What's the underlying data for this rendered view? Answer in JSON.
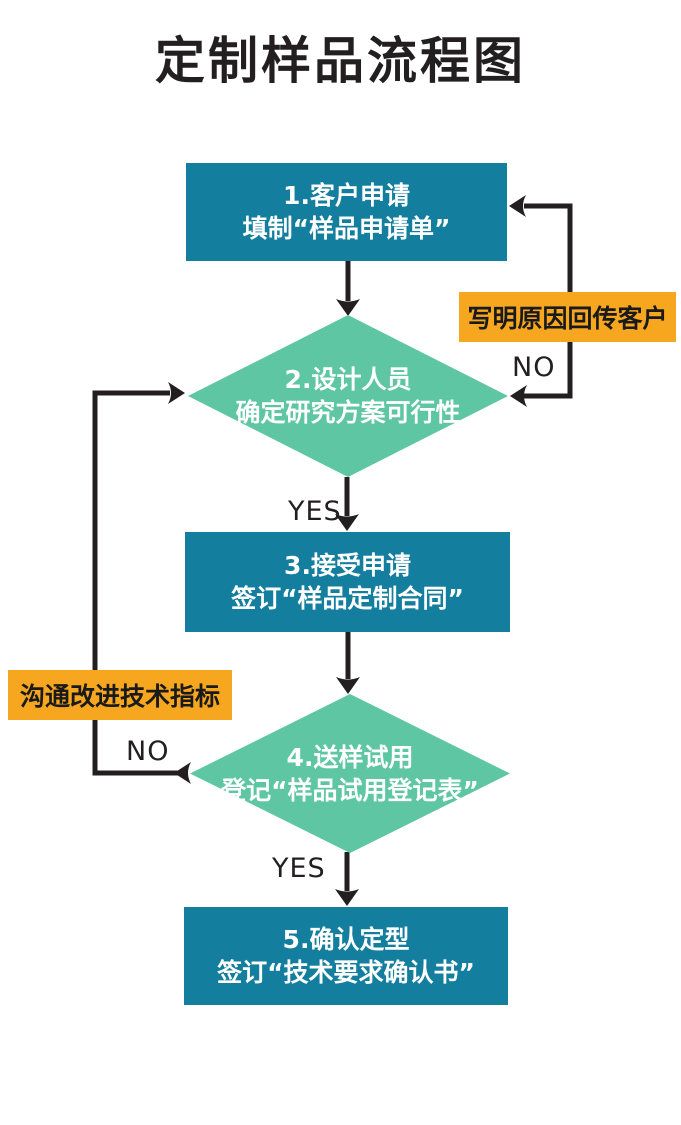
{
  "title": "定制样品流程图",
  "colors": {
    "process": "#147e9f",
    "decision": "#5ec6a2",
    "label_bg": "#f6a71f",
    "line": "#231f20"
  },
  "nodes": {
    "step1": {
      "line1": "1.客户申请",
      "line2": "填制“样品申请单”"
    },
    "step2": {
      "line1": "2.设计人员",
      "line2": "确定研究方案可行性"
    },
    "step3": {
      "line1": "3.接受申请",
      "line2": "签订“样品定制合同”"
    },
    "step4": {
      "line1": "4.送样试用",
      "line2": "登记“样品试用登记表”"
    },
    "step5": {
      "line1": "5.确认定型",
      "line2": "签订“技术要求确认书”"
    }
  },
  "labels": {
    "return_note": "写明原因回传客户",
    "improve_note": "沟通改进技术指标",
    "no_right": "NO",
    "yes_top": "YES",
    "no_left": "NO",
    "yes_bottom": "YES"
  }
}
